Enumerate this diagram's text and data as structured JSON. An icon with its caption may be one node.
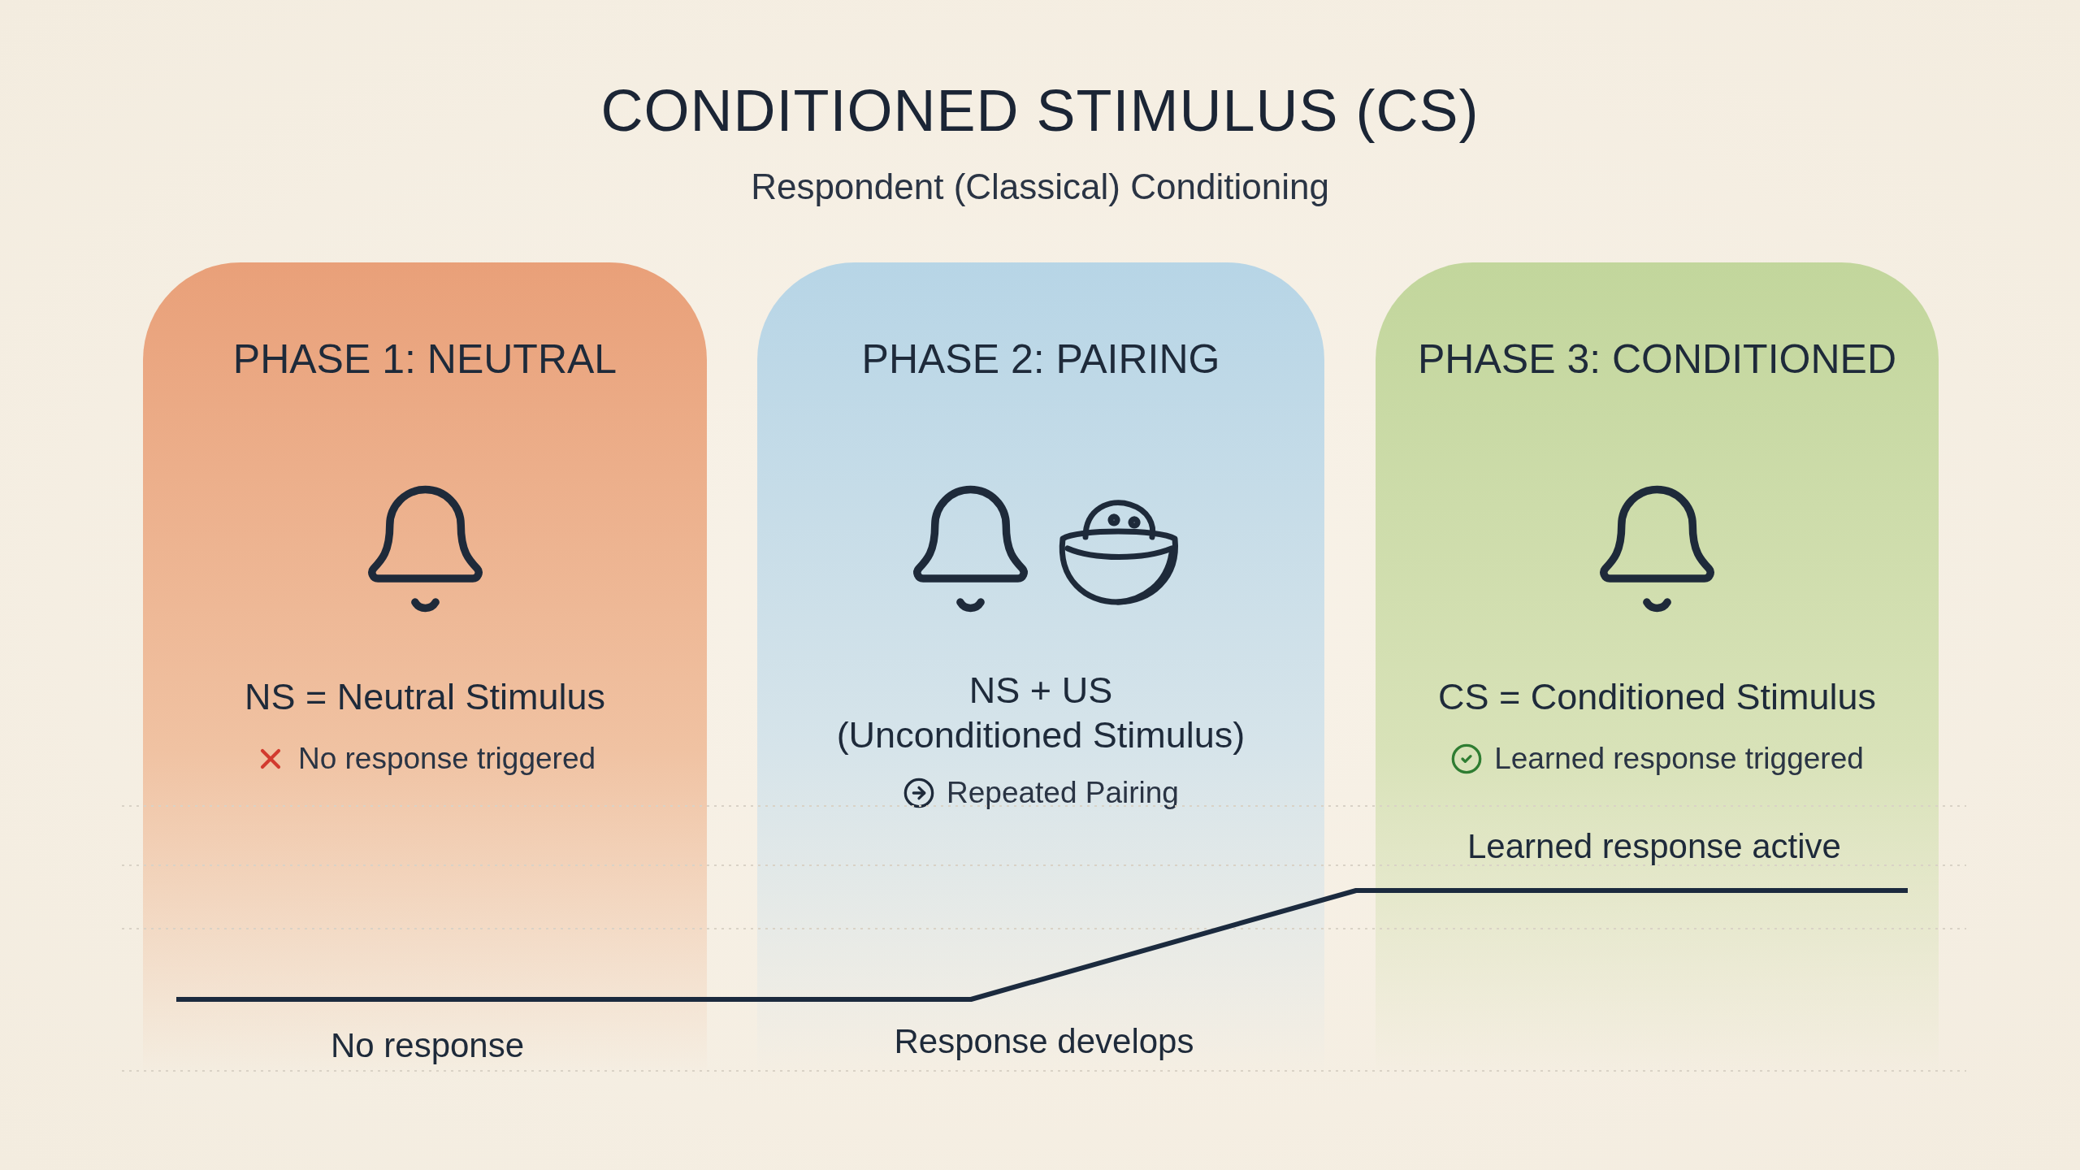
{
  "diagram": {
    "title": "CONDITIONED STIMULUS (CS)",
    "caption": "Respondent (Classical) Conditioning",
    "nodes": [
      {
        "text": [
          "PHASE 1: NEUTRAL",
          "NS = Neutral Stimulus",
          "No response triggered"
        ]
      },
      {
        "text": [
          "PHASE 2: PAIRING",
          "NS + US",
          "(Unconditioned Stimulus)",
          "Repeated Pairing"
        ]
      },
      {
        "text": [
          "PHASE 3: CONDITIONED",
          "CS = Conditioned Stimulus",
          "Learned response triggered"
        ]
      }
    ],
    "labels": [
      "Learned response active",
      "No response",
      "Response develops"
    ]
  }
}
